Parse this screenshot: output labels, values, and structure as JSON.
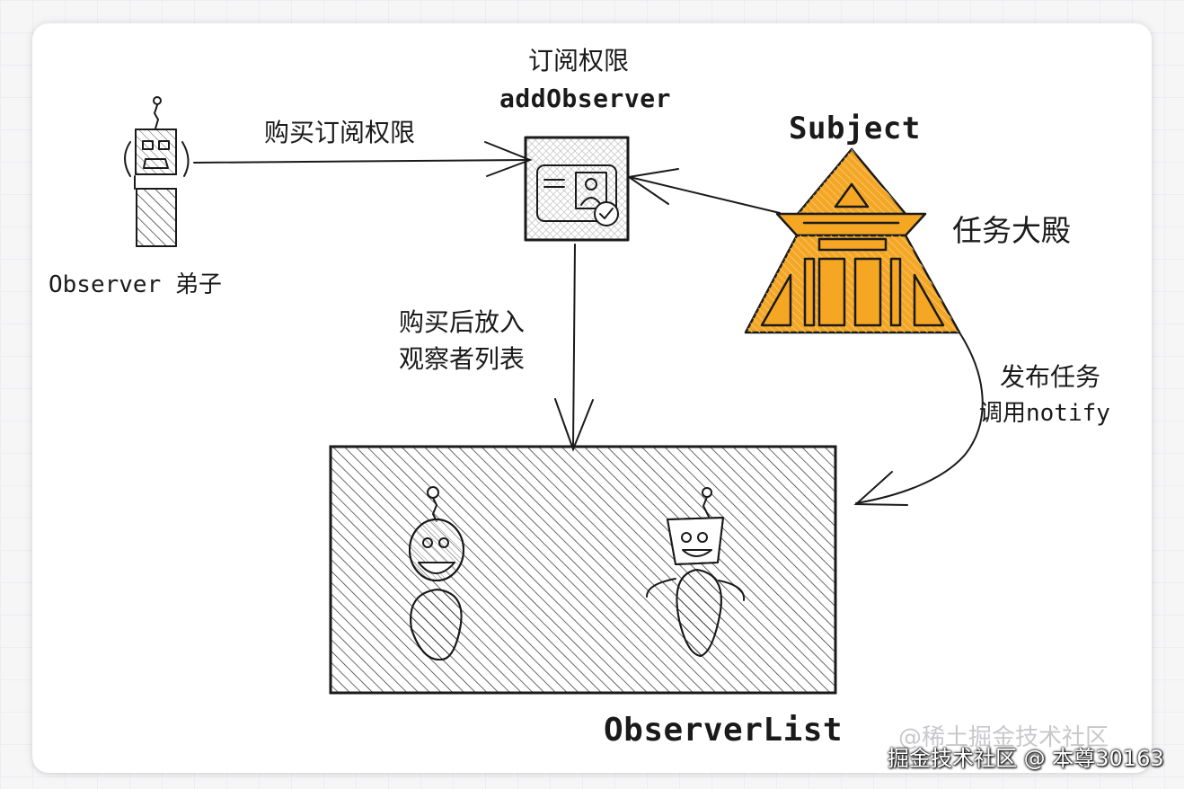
{
  "labels": {
    "subscription_title": "订阅权限",
    "subscription_method": "addObserver",
    "buy_subscription": "购买订阅权限",
    "subject": "Subject",
    "mission_hall": "任务大殿",
    "observer": "Observer 弟子",
    "add_to_list_line1": "购买后放入",
    "add_to_list_line2": "观察者列表",
    "publish_line1": "发布任务",
    "publish_line2": "调用notify",
    "observer_list": "ObserverList"
  },
  "watermarks": {
    "faint": "@稀土掘金技术社区",
    "overlay": "掘金技术社区 @ 本尊30163"
  },
  "colors": {
    "temple_fill": "#f5a623",
    "ink": "#1a1a1a",
    "card": "#ffffff",
    "page_background": "#f6f6f7"
  }
}
